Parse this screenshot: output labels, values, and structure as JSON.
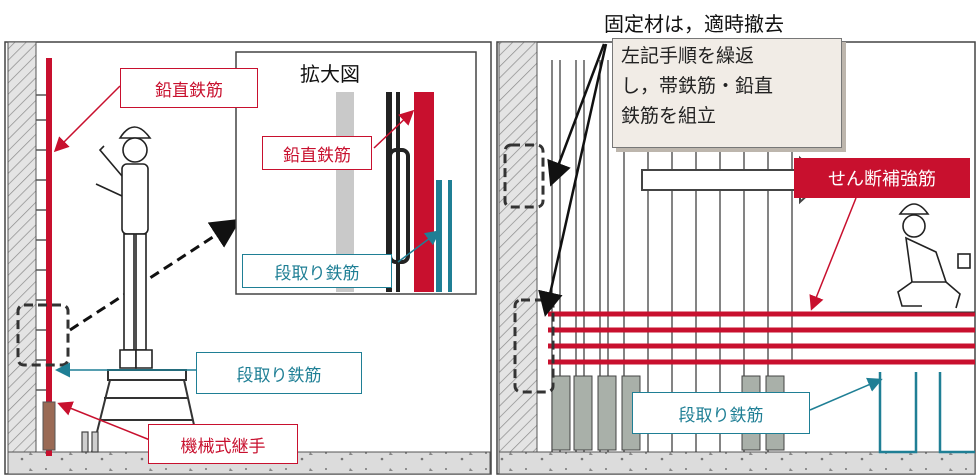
{
  "left_panel": {
    "vertical_rebar_label": "鉛直鉄筋",
    "setup_rebar_label": "段取り鉄筋",
    "mechanical_joint_label": "機械式継手",
    "zoom_title": "拡大図",
    "zoom_vertical_rebar_label": "鉛直鉄筋",
    "zoom_setup_rebar_label": "段取り鉄筋"
  },
  "right_panel": {
    "fixing_note": "固定材は，適時撤去",
    "procedure_note": [
      "左記手順を繰返",
      "し，帯鉄筋・鉛直",
      "鉄筋を組立"
    ],
    "shear_rebar_label": "せん断補強筋",
    "setup_rebar_label": "段取り鉄筋"
  },
  "colors": {
    "rebar_red": "#c8102e",
    "setup_teal": "#1f7f95",
    "note_fill": "#f1ece6",
    "wall_gray": "#d0d0d0"
  }
}
